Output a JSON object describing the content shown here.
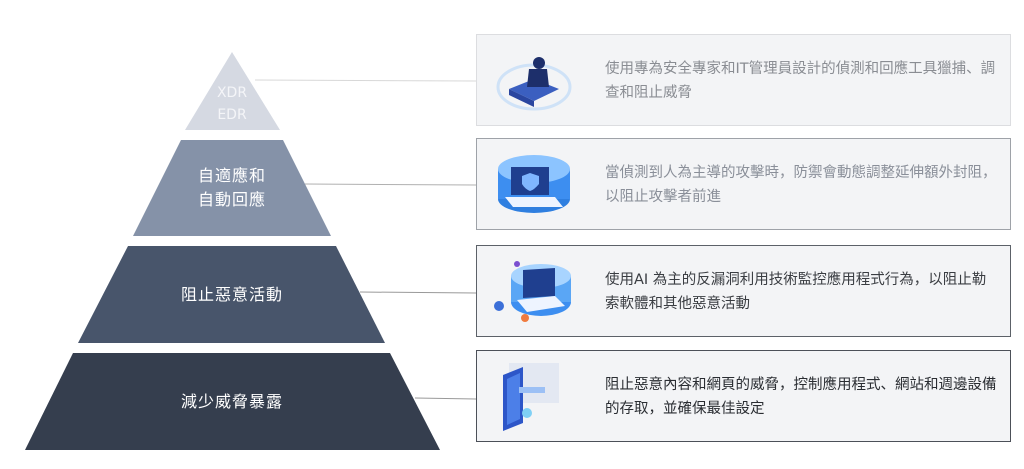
{
  "tiers": [
    {
      "label_lines": [
        "XDR",
        "EDR"
      ],
      "color": "#d5d9e2"
    },
    {
      "label_lines": [
        "自適應和",
        "自動回應"
      ],
      "color": "#8592a8"
    },
    {
      "label_lines": [
        "阻止惡意活動"
      ],
      "color": "#48556b"
    },
    {
      "label_lines": [
        "減少威脅暴露"
      ],
      "color": "#353e4e"
    }
  ],
  "cards": [
    {
      "text": "使用專為安全專家和IT管理員設計的偵測和回應工具獵捕、調查和阻止威脅",
      "icon": "hacker-laptop-icon",
      "border": "#dcdde0",
      "text_color": "#8a8d93"
    },
    {
      "text": "當偵測到人為主導的攻擊時，防禦會動態調整延伸額外封阻，以阻止攻擊者前進",
      "icon": "shield-laptop-icon",
      "border": "#9ea2a8",
      "text_color": "#8a8f99"
    },
    {
      "text": "使用AI 為主的反漏洞利用技術監控應用程式行為，以阻止勒索軟體和其他惡意活動",
      "icon": "laptop-virus-icon",
      "border": "#5c6168",
      "text_color": "#3a3d42"
    },
    {
      "text": "阻止惡意內容和網頁的威脅，控制應用程式、網站和週邊設備的存取，並確保最佳設定",
      "icon": "mobile-security-icon",
      "border": "#4c5058",
      "text_color": "#2a2d32"
    }
  ]
}
